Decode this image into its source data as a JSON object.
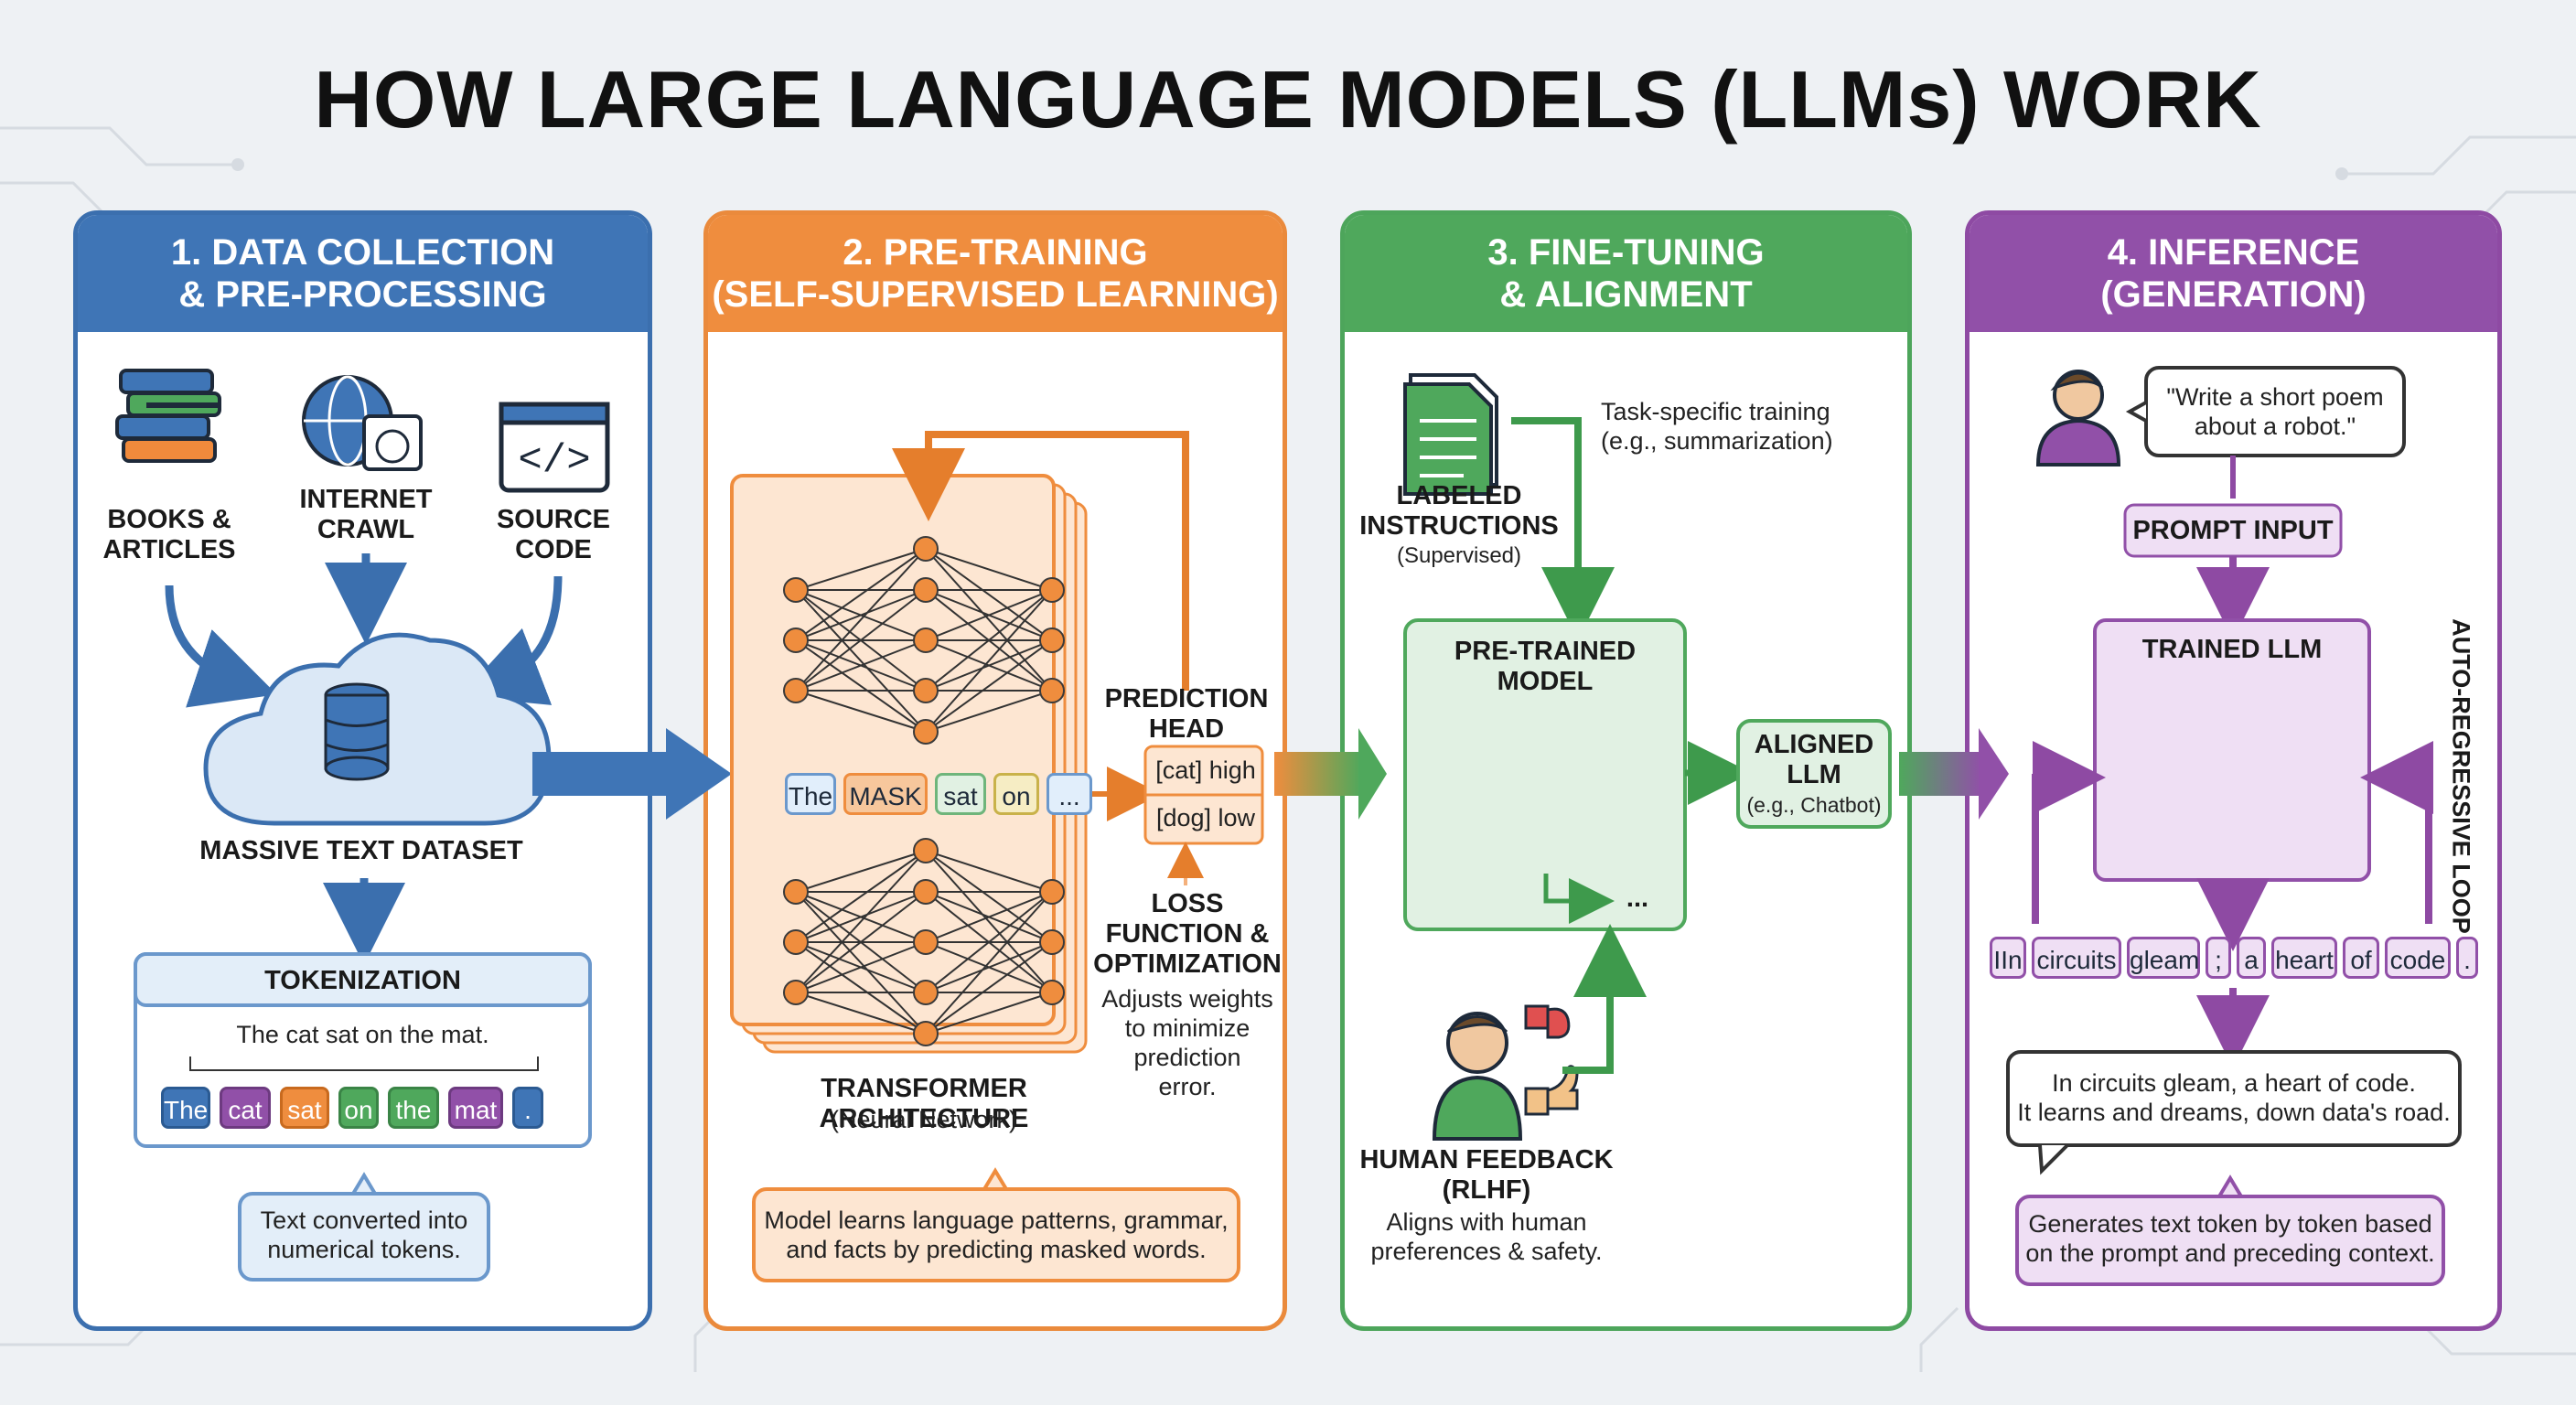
{
  "title": "HOW LARGE LANGUAGE MODELS (LLMs) WORK",
  "colors": {
    "blue": "#3f75b6",
    "orange": "#ef8d3e",
    "green": "#4fa85c",
    "purple": "#9150a8"
  },
  "step1": {
    "header_line1": "1. DATA COLLECTION",
    "header_line2": "& PRE-PROCESSING",
    "sources": [
      {
        "line1": "BOOKS &",
        "line2": "ARTICLES",
        "icon": "books-icon"
      },
      {
        "line1": "INTERNET",
        "line2": "CRAWL",
        "icon": "globe-icon"
      },
      {
        "line1": "SOURCE",
        "line2": "CODE",
        "icon": "code-window-icon"
      }
    ],
    "dataset_label": "MASSIVE TEXT DATASET",
    "tokenization_title": "TOKENIZATION",
    "sentence": "The cat sat on the mat.",
    "tokens": [
      "The",
      "cat",
      "sat",
      "on",
      "the",
      "mat",
      "."
    ],
    "callout_line1": "Text converted into",
    "callout_line2": "numerical tokens."
  },
  "step2": {
    "header_line1": "2. PRE-TRAINING",
    "header_line2": "(SELF-SUPERVISED LEARNING)",
    "input_tokens": [
      "The",
      "MASK",
      "sat",
      "on",
      "..."
    ],
    "prediction_head_line1": "PREDICTION",
    "prediction_head_line2": "HEAD",
    "predictions": [
      {
        "token": "[cat]",
        "score": "high"
      },
      {
        "token": "[dog]",
        "score": "low"
      }
    ],
    "loss_line1": "LOSS",
    "loss_line2": "FUNCTION &",
    "loss_line3": "OPTIMIZATION",
    "loss_desc_1": "Adjusts weights",
    "loss_desc_2": "to minimize",
    "loss_desc_3": "prediction",
    "loss_desc_4": "error.",
    "arch_line1": "TRANSFORMER ARCHITECTURE",
    "arch_line2": "(Neural Network)",
    "callout_line1": "Model learns language patterns, grammar,",
    "callout_line2": "and facts by predicting masked words."
  },
  "step3": {
    "header_line1": "3. FINE-TUNING",
    "header_line2": "& ALIGNMENT",
    "labeled_line1": "LABELED",
    "labeled_line2": "INSTRUCTIONS",
    "labeled_line3": "(Supervised)",
    "task_line1": "Task-specific training",
    "task_line2": "(e.g., summarization)",
    "model_label": "PRE-TRAINED MODEL",
    "ellipsis": "...",
    "aligned_line1": "ALIGNED",
    "aligned_line2": "LLM",
    "aligned_line3": "(e.g., Chatbot)",
    "feedback_line1": "HUMAN FEEDBACK",
    "feedback_line2": "(RLHF)",
    "feedback_desc_1": "Aligns with human",
    "feedback_desc_2": "preferences & safety."
  },
  "step4": {
    "header_line1": "4. INFERENCE",
    "header_line2": "(GENERATION)",
    "prompt_line1": "\"Write a short poem",
    "prompt_line2": "about a robot.\"",
    "prompt_input": "PROMPT INPUT",
    "model_label": "TRAINED LLM",
    "loop_label": "AUTO-REGRESSIVE LOOP",
    "output_tokens": [
      "IIn",
      "circuits",
      "gleam",
      ";",
      "a",
      "heart",
      "of",
      "code",
      "."
    ],
    "output_line1": "In circuits gleam, a heart of code.",
    "output_line2": "It learns and dreams, down data's road.",
    "callout_line1": "Generates text token by token based",
    "callout_line2": "on the prompt and preceding context."
  }
}
